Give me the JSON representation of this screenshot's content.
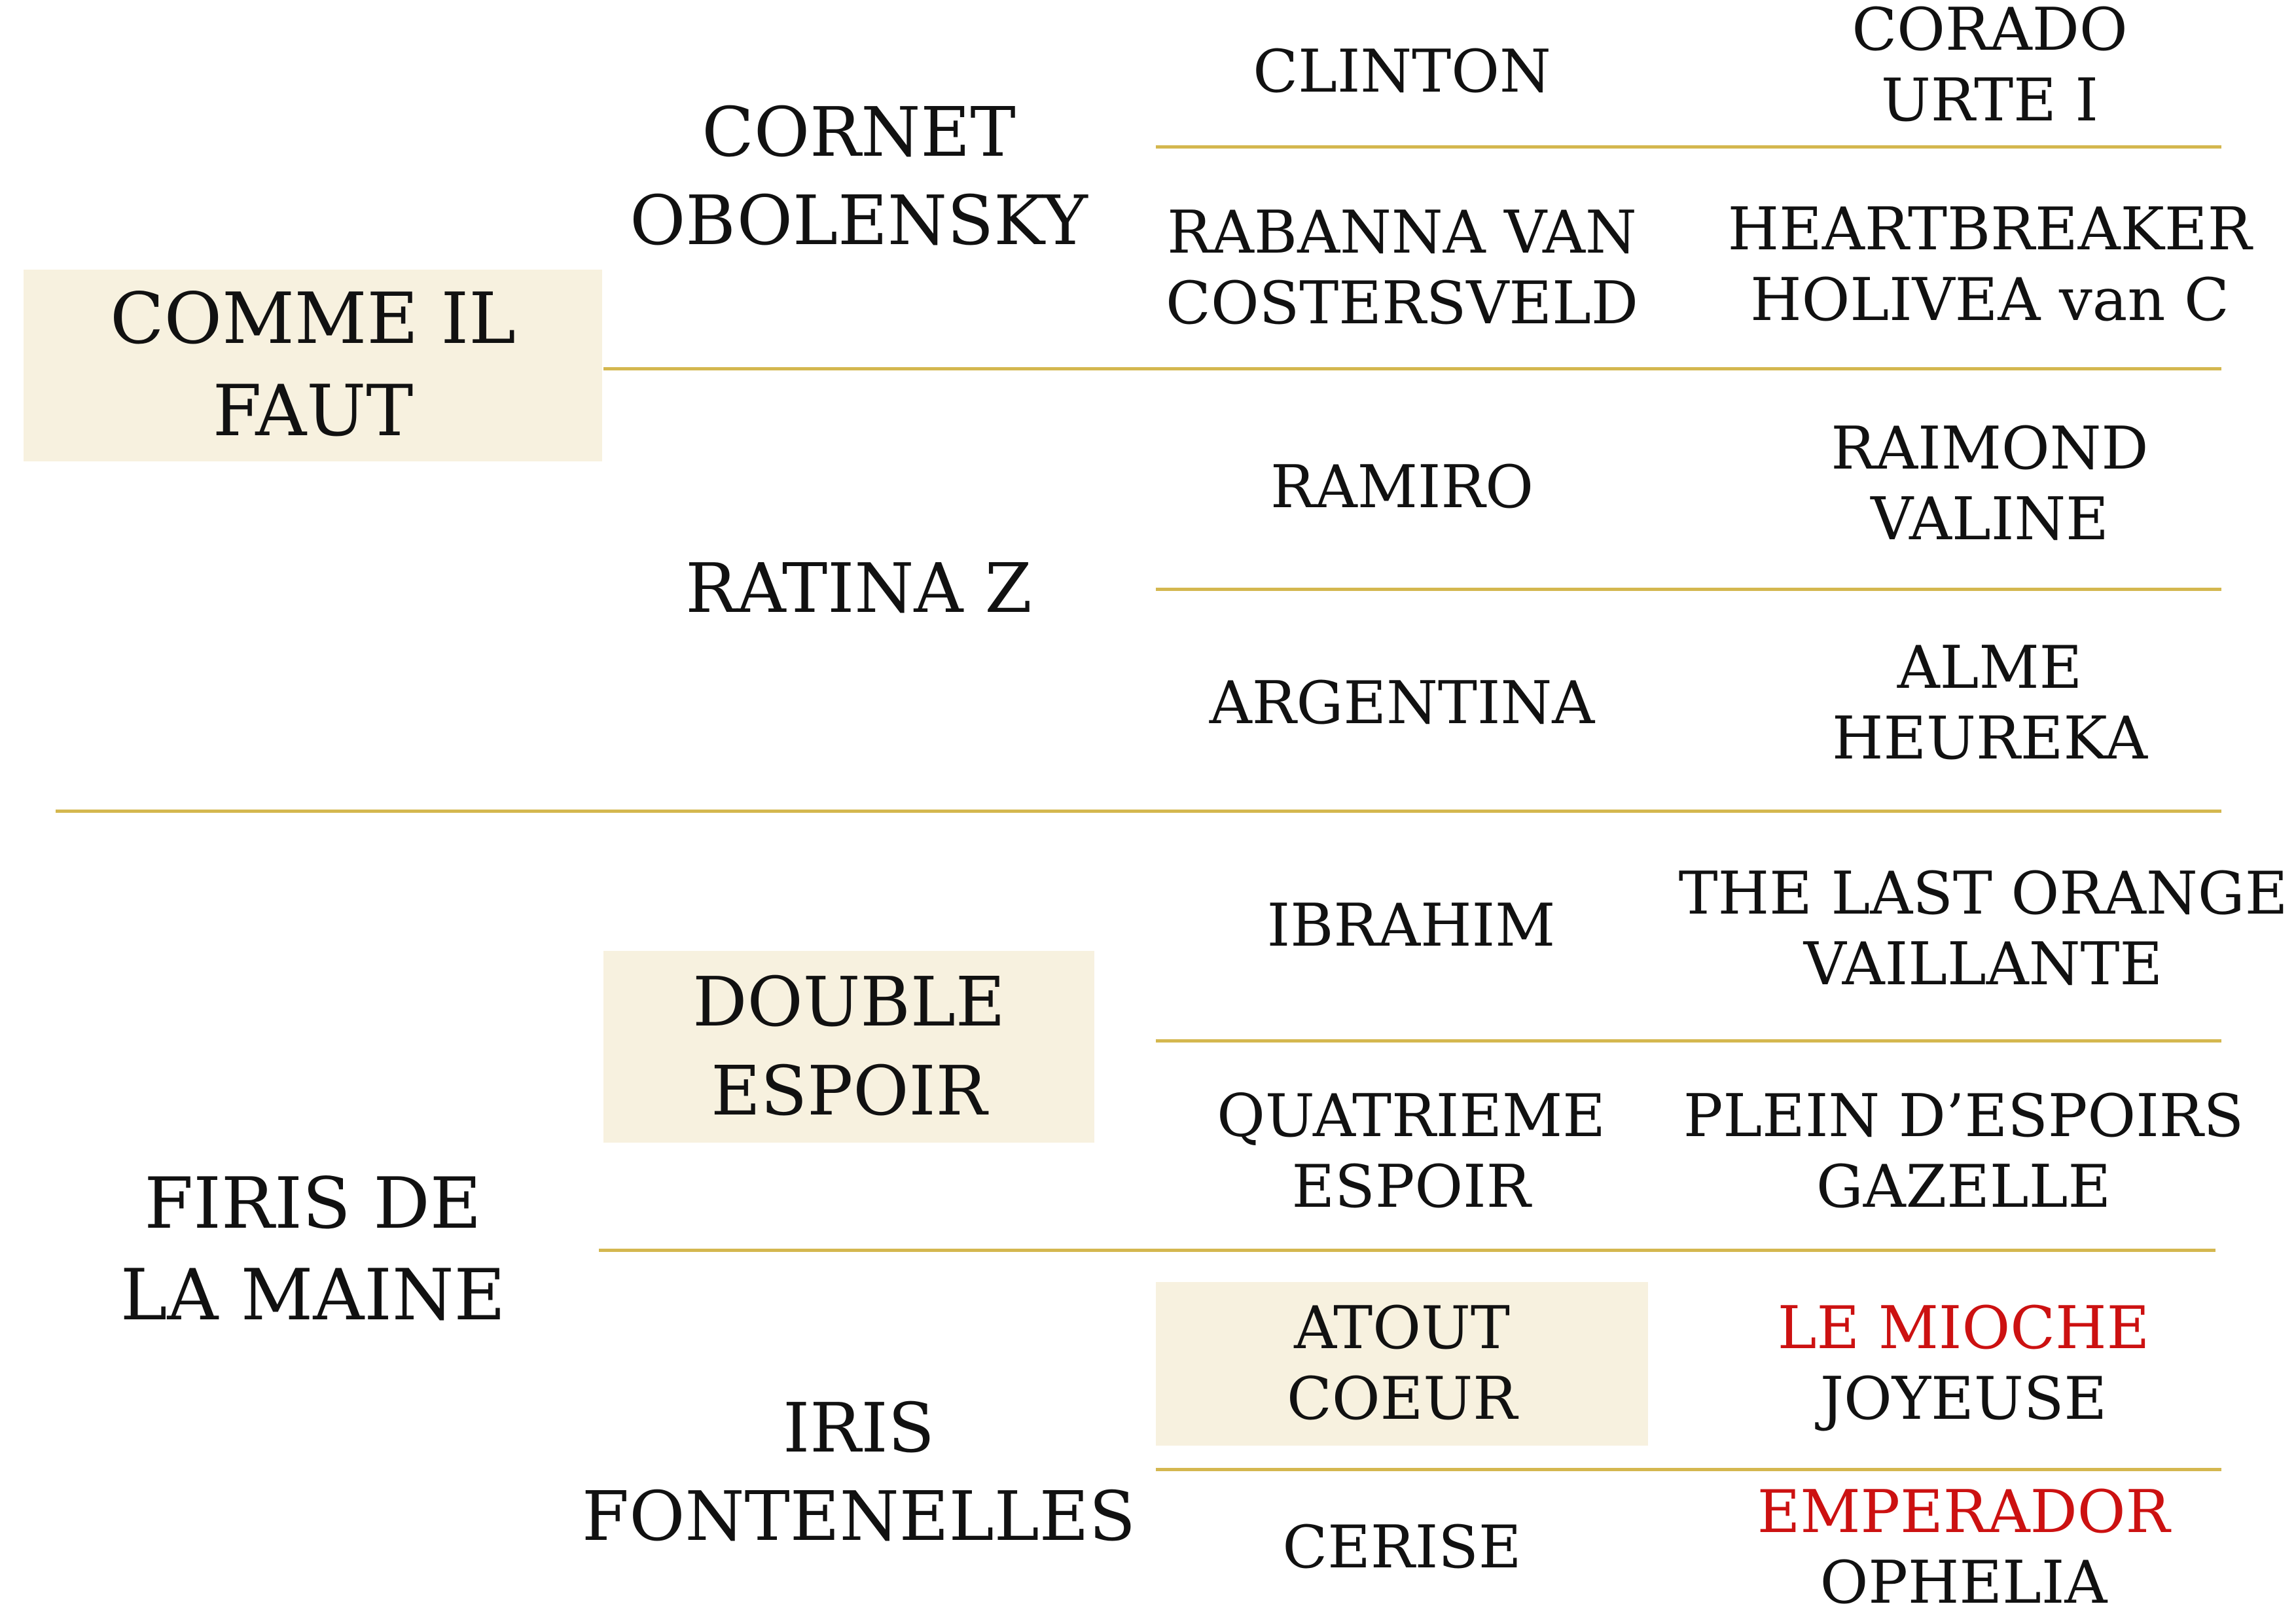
{
  "colors": {
    "divider": "#d4b74f",
    "highlight": "#f7f1df",
    "text": "#111111",
    "accent_red": "#cc1111"
  },
  "pedigree": {
    "sire": {
      "name_l1": "COMME IL",
      "name_l2": "FAUT",
      "sire": {
        "name_l1": "CORNET",
        "name_l2": "OBOLENSKY",
        "sire": {
          "name": "CLINTON",
          "parents_l1": "CORADO",
          "parents_l2": "URTE I"
        },
        "dam": {
          "name_l1": "RABANNA VAN",
          "name_l2": "COSTERSVELD",
          "parents_l1": "HEARTBREAKER",
          "parents_l2": "HOLIVEA van C"
        }
      },
      "dam": {
        "name": "RATINA Z",
        "sire": {
          "name": "RAMIRO",
          "parents_l1": "RAIMOND",
          "parents_l2": "VALINE"
        },
        "dam": {
          "name": "ARGENTINA",
          "parents_l1": "ALME",
          "parents_l2": "HEUREKA"
        }
      }
    },
    "dam": {
      "name_l1": "FIRIS DE",
      "name_l2": "LA MAINE",
      "sire": {
        "name_l1": "DOUBLE",
        "name_l2": "ESPOIR",
        "sire": {
          "name": "IBRAHIM",
          "parents_l1": "THE LAST ORANGE",
          "parents_l2": "VAILLANTE"
        },
        "dam": {
          "name_l1": "QUATRIEME",
          "name_l2": "ESPOIR",
          "parents_l1": "PLEIN D’ESPOIRS",
          "parents_l2": "GAZELLE"
        }
      },
      "dam": {
        "name_l1": "IRIS",
        "name_l2": "FONTENELLES",
        "sire": {
          "name_l1": "ATOUT",
          "name_l2": "COEUR",
          "parents_l1": "LE MIOCHE",
          "parents_l2": "JOYEUSE"
        },
        "dam": {
          "name": "CERISE",
          "parents_l1": "EMPERADOR",
          "parents_l2": "OPHELIA"
        }
      }
    }
  }
}
